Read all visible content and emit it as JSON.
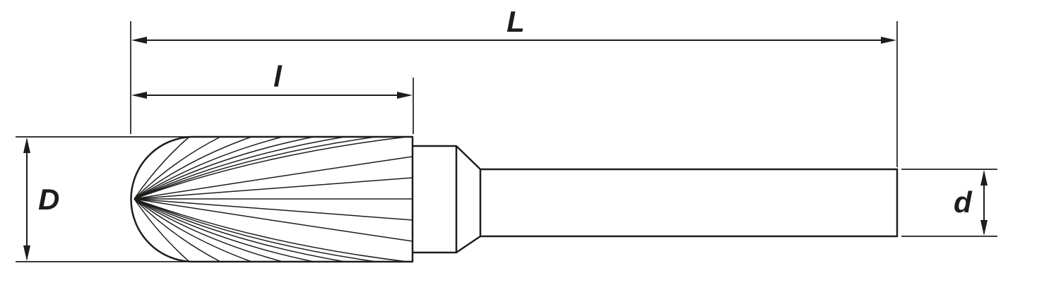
{
  "diagram": {
    "labels": {
      "overall_length": "L",
      "cutting_length": "l",
      "head_diameter": "D",
      "shank_diameter": "d"
    },
    "colors": {
      "line": "#1d1d1b",
      "background": "#ffffff"
    }
  }
}
